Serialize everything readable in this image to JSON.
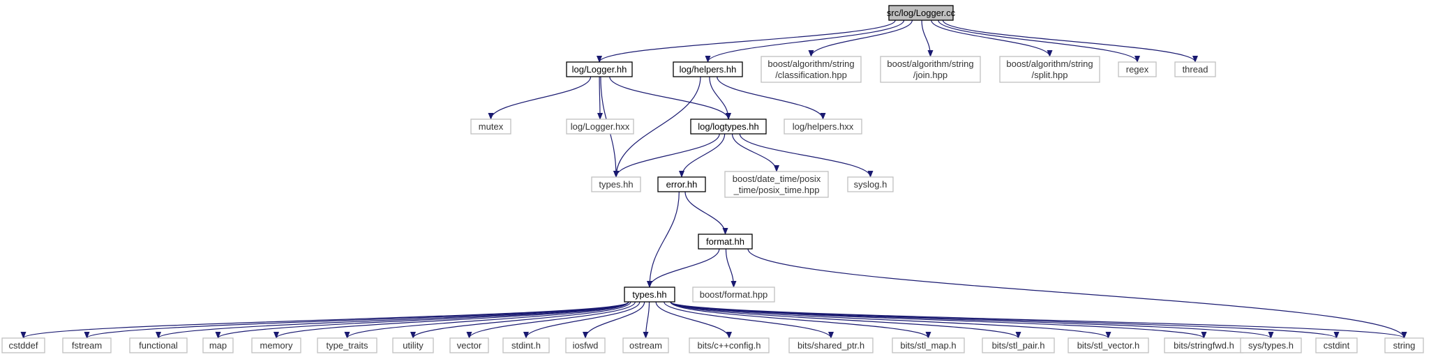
{
  "diagram": {
    "title": "",
    "root": "src/log/Logger.cc",
    "nodes": [
      {
        "id": "root",
        "label": [
          "src/log/Logger.cc"
        ],
        "kind": "root"
      },
      {
        "id": "logger_hh",
        "label": [
          "log/Logger.hh"
        ],
        "kind": "doc"
      },
      {
        "id": "helpers_hh",
        "label": [
          "log/helpers.hh"
        ],
        "kind": "doc"
      },
      {
        "id": "classification",
        "label": [
          "boost/algorithm/string",
          "/classification.hpp"
        ],
        "kind": "ext"
      },
      {
        "id": "join",
        "label": [
          "boost/algorithm/string",
          "/join.hpp"
        ],
        "kind": "ext"
      },
      {
        "id": "split",
        "label": [
          "boost/algorithm/string",
          "/split.hpp"
        ],
        "kind": "ext"
      },
      {
        "id": "regex",
        "label": [
          "regex"
        ],
        "kind": "ext"
      },
      {
        "id": "thread",
        "label": [
          "thread"
        ],
        "kind": "ext"
      },
      {
        "id": "mutex",
        "label": [
          "mutex"
        ],
        "kind": "ext"
      },
      {
        "id": "logger_hxx",
        "label": [
          "log/Logger.hxx"
        ],
        "kind": "ext"
      },
      {
        "id": "logtypes_hh",
        "label": [
          "log/logtypes.hh"
        ],
        "kind": "doc"
      },
      {
        "id": "helpers_hxx",
        "label": [
          "log/helpers.hxx"
        ],
        "kind": "ext"
      },
      {
        "id": "types_hh_ext",
        "label": [
          "types.hh"
        ],
        "kind": "ext"
      },
      {
        "id": "error_hh",
        "label": [
          "error.hh"
        ],
        "kind": "doc"
      },
      {
        "id": "posix_time",
        "label": [
          "boost/date_time/posix",
          "_time/posix_time.hpp"
        ],
        "kind": "ext"
      },
      {
        "id": "syslog",
        "label": [
          "syslog.h"
        ],
        "kind": "ext"
      },
      {
        "id": "format_hh",
        "label": [
          "format.hh"
        ],
        "kind": "doc"
      },
      {
        "id": "types_hh",
        "label": [
          "types.hh"
        ],
        "kind": "doc"
      },
      {
        "id": "boost_format",
        "label": [
          "boost/format.hpp"
        ],
        "kind": "ext"
      },
      {
        "id": "cstddef",
        "label": [
          "cstddef"
        ],
        "kind": "ext"
      },
      {
        "id": "fstream",
        "label": [
          "fstream"
        ],
        "kind": "ext"
      },
      {
        "id": "functional",
        "label": [
          "functional"
        ],
        "kind": "ext"
      },
      {
        "id": "map",
        "label": [
          "map"
        ],
        "kind": "ext"
      },
      {
        "id": "memory",
        "label": [
          "memory"
        ],
        "kind": "ext"
      },
      {
        "id": "type_traits",
        "label": [
          "type_traits"
        ],
        "kind": "ext"
      },
      {
        "id": "utility",
        "label": [
          "utility"
        ],
        "kind": "ext"
      },
      {
        "id": "vector",
        "label": [
          "vector"
        ],
        "kind": "ext"
      },
      {
        "id": "stdint_h",
        "label": [
          "stdint.h"
        ],
        "kind": "ext"
      },
      {
        "id": "iosfwd",
        "label": [
          "iosfwd"
        ],
        "kind": "ext"
      },
      {
        "id": "ostream",
        "label": [
          "ostream"
        ],
        "kind": "ext"
      },
      {
        "id": "cxxconfig",
        "label": [
          "bits/c++config.h"
        ],
        "kind": "ext"
      },
      {
        "id": "shared_ptr",
        "label": [
          "bits/shared_ptr.h"
        ],
        "kind": "ext"
      },
      {
        "id": "stl_map",
        "label": [
          "bits/stl_map.h"
        ],
        "kind": "ext"
      },
      {
        "id": "stl_pair",
        "label": [
          "bits/stl_pair.h"
        ],
        "kind": "ext"
      },
      {
        "id": "stl_vector",
        "label": [
          "bits/stl_vector.h"
        ],
        "kind": "ext"
      },
      {
        "id": "stringfwd",
        "label": [
          "bits/stringfwd.h"
        ],
        "kind": "ext"
      },
      {
        "id": "sys_types",
        "label": [
          "sys/types.h"
        ],
        "kind": "ext"
      },
      {
        "id": "cstdint",
        "label": [
          "cstdint"
        ],
        "kind": "ext"
      },
      {
        "id": "string",
        "label": [
          "string"
        ],
        "kind": "ext"
      }
    ],
    "edges": [
      [
        "root",
        "logger_hh"
      ],
      [
        "root",
        "helpers_hh"
      ],
      [
        "root",
        "classification"
      ],
      [
        "root",
        "join"
      ],
      [
        "root",
        "split"
      ],
      [
        "root",
        "regex"
      ],
      [
        "root",
        "thread"
      ],
      [
        "logger_hh",
        "mutex"
      ],
      [
        "logger_hh",
        "types_hh_ext"
      ],
      [
        "logger_hh",
        "logger_hxx"
      ],
      [
        "logger_hh",
        "logtypes_hh"
      ],
      [
        "helpers_hh",
        "logtypes_hh"
      ],
      [
        "helpers_hh",
        "types_hh_ext"
      ],
      [
        "helpers_hh",
        "helpers_hxx"
      ],
      [
        "logtypes_hh",
        "types_hh_ext"
      ],
      [
        "logtypes_hh",
        "error_hh"
      ],
      [
        "logtypes_hh",
        "posix_time"
      ],
      [
        "logtypes_hh",
        "syslog"
      ],
      [
        "error_hh",
        "types_hh"
      ],
      [
        "error_hh",
        "format_hh"
      ],
      [
        "format_hh",
        "types_hh"
      ],
      [
        "format_hh",
        "boost_format"
      ],
      [
        "format_hh",
        "string"
      ],
      [
        "types_hh",
        "cstddef"
      ],
      [
        "types_hh",
        "fstream"
      ],
      [
        "types_hh",
        "functional"
      ],
      [
        "types_hh",
        "map"
      ],
      [
        "types_hh",
        "memory"
      ],
      [
        "types_hh",
        "type_traits"
      ],
      [
        "types_hh",
        "utility"
      ],
      [
        "types_hh",
        "vector"
      ],
      [
        "types_hh",
        "stdint_h"
      ],
      [
        "types_hh",
        "iosfwd"
      ],
      [
        "types_hh",
        "ostream"
      ],
      [
        "types_hh",
        "cxxconfig"
      ],
      [
        "types_hh",
        "shared_ptr"
      ],
      [
        "types_hh",
        "stl_map"
      ],
      [
        "types_hh",
        "stl_pair"
      ],
      [
        "types_hh",
        "stl_vector"
      ],
      [
        "types_hh",
        "stringfwd"
      ],
      [
        "types_hh",
        "sys_types"
      ],
      [
        "types_hh",
        "cstdint"
      ],
      [
        "types_hh",
        "string"
      ]
    ]
  },
  "colors": {
    "edge": "#191970",
    "root_fill": "#bfbfbf",
    "documented_border": "#000000",
    "external_border": "#bfbfbf"
  }
}
